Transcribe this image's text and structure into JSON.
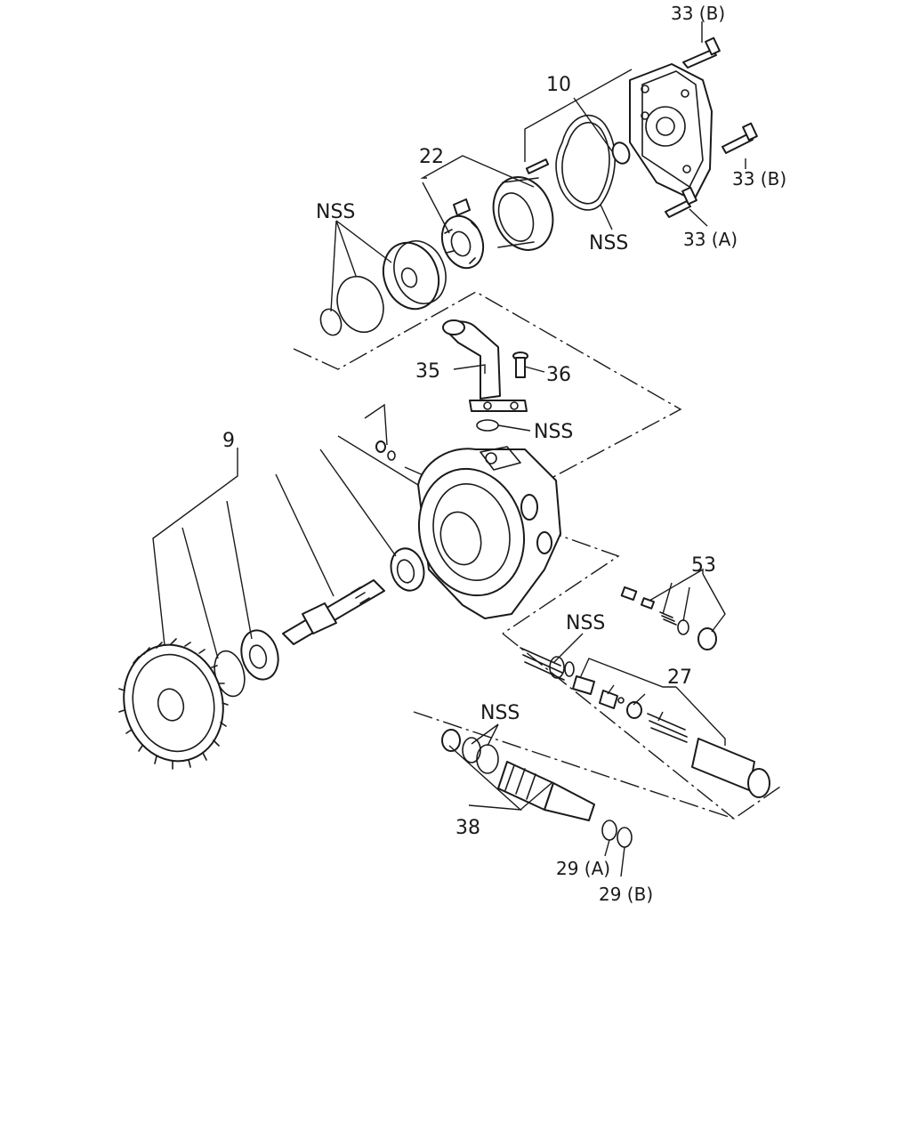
{
  "labels": {
    "l33b_top": "33 (B)",
    "l10": "10",
    "l22": "22",
    "l33b_right": "33 (B)",
    "l33a": "33 (A)",
    "lnss_left": "NSS",
    "lnss_gasket": "NSS",
    "l35": "35",
    "l36": "36",
    "lnss_oring": "NSS",
    "l9": "9",
    "l53": "53",
    "lnss_spring": "NSS",
    "l27": "27",
    "lnss_valve": "NSS",
    "l38": "38",
    "l29a": "29 (A)",
    "l29b": "29 (B)"
  }
}
